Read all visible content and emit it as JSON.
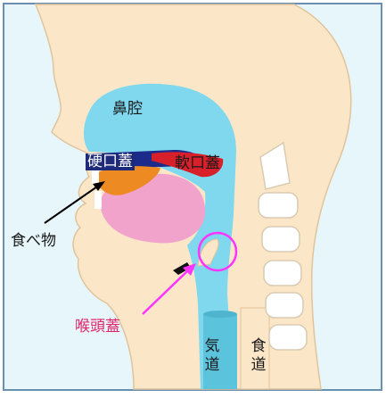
{
  "labels": {
    "nasal_cavity": "鼻腔",
    "hard_palate": "硬口蓋",
    "soft_palate": "軟口蓋",
    "food": "食べ物",
    "epiglottis": "喉頭蓋",
    "trachea": "気道",
    "esophagus": "食道"
  },
  "colors": {
    "background": "#ffffff",
    "panel": "#e6f6fb",
    "border": "#6b8fb0",
    "skin": "#fbe6c8",
    "skin_outline": "#e0c49b",
    "airway": "#7fd8ee",
    "airway_dark": "#5cc3dd",
    "tongue": "#f1a3cc",
    "palate_blue": "#1c2a8a",
    "palate_red": "#d8202a",
    "food": "#ee8a22",
    "vertebra": "#ffffff",
    "epiglottis_marker": "#ff33ff",
    "arrow_black": "#000000",
    "label_dark": "#1a1a1a",
    "label_magenta": "#e0266a",
    "label_box": "#1e2a7a"
  }
}
